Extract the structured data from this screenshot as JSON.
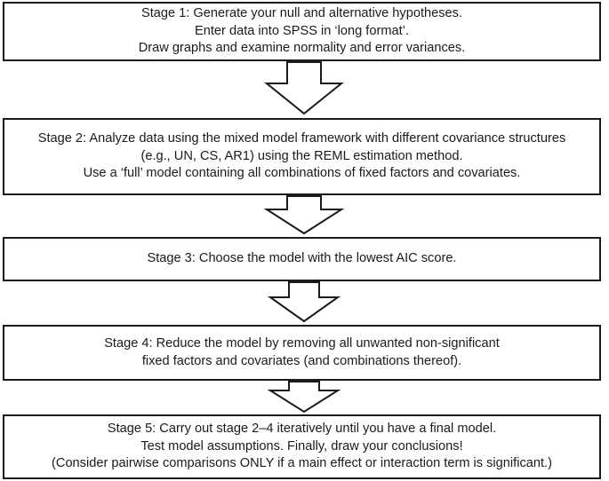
{
  "stages": [
    {
      "lines": [
        "Stage 1: Generate your null and alternative hypotheses.",
        "Enter data into SPSS in ‘long format’.",
        "Draw graphs and examine normality and error variances."
      ]
    },
    {
      "lines": [
        "Stage 2: Analyze data using the mixed model framework with different covariance structures",
        "(e.g., UN, CS, AR1) using the REML estimation method.",
        "Use a ‘full’ model containing all combinations of fixed factors and covariates."
      ]
    },
    {
      "lines": [
        "Stage 3: Choose the model with the lowest AIC score."
      ]
    },
    {
      "lines": [
        "Stage 4: Reduce the model by removing all unwanted non-significant",
        "fixed factors and covariates (and combinations thereof)."
      ]
    },
    {
      "lines": [
        "Stage 5: Carry out stage 2–4 iteratively until you have a final model.",
        "Test model assumptions. Finally, draw your conclusions!",
        "(Consider pairwise comparisons ONLY if a main effect or interaction term is significant.)"
      ]
    }
  ],
  "colors": {
    "stroke": "#1a1a1a",
    "fill": "#ffffff"
  }
}
